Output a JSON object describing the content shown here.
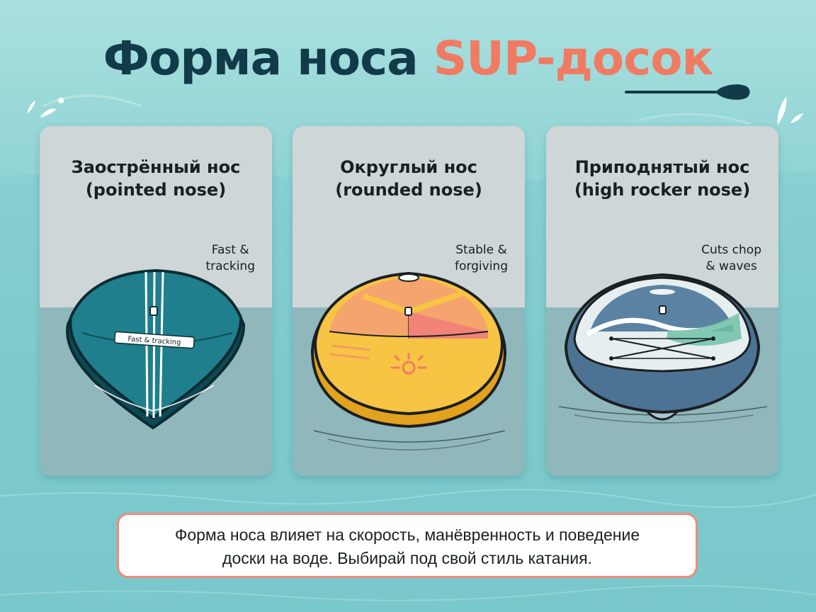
{
  "page": {
    "title_main": "Форма носа",
    "title_accent": "SUP-досок",
    "colors": {
      "title_dark": "#123b4a",
      "title_accent": "#f07b62",
      "card_sky": "#cfd6d7",
      "card_water": "#8fb7bc",
      "footer_border": "#ef8b78"
    }
  },
  "cards": [
    {
      "title_line1": "Заострённый нос",
      "title_line2": "(pointed nose)",
      "note_line1": "Fast &",
      "note_line2": "tracking",
      "board_label": "Fast & tracking",
      "board_color": "#1f7f8c"
    },
    {
      "title_line1": "Округлый нос",
      "title_line2": "(rounded nose)",
      "note_line1": "Stable &",
      "note_line2": "forgiving",
      "board_color": "#f7c443"
    },
    {
      "title_line1": "Приподнятый нос",
      "title_line2": "(high rocker nose)",
      "note_line1": "Cuts chop",
      "note_line2": "& waves",
      "board_color": "#4d7394"
    }
  ],
  "footer": {
    "line1": "Форма носа влияет на скорость, манёвренность и поведение",
    "line2": "доски на воде. Выбирай под свой стиль катания."
  },
  "icons": [
    "paddle-icon",
    "splash-icon"
  ]
}
